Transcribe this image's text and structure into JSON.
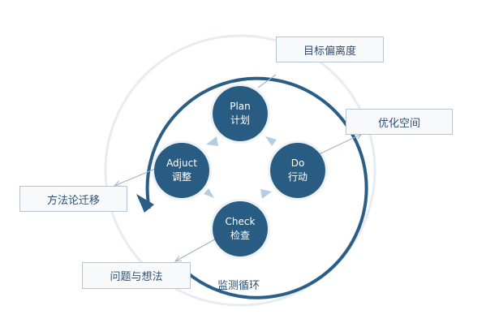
{
  "diagram": {
    "nodes": {
      "plan": {
        "en": "Plan",
        "zh": "计划"
      },
      "do": {
        "en": "Do",
        "zh": "行动"
      },
      "check": {
        "en": "Check",
        "zh": "检查"
      },
      "adjust": {
        "en": "Adjuct",
        "zh": "调整"
      }
    },
    "outputs": {
      "goal_deviation": "目标偏离度",
      "optimization_space": "优化空间",
      "method_transfer": "方法论迁移",
      "problems_thoughts": "问题与想法"
    },
    "loop_label": "监测循环",
    "colors": {
      "node_fill": "#285c83",
      "loop_stroke": "#2a5e86",
      "outer_ring": "#e6ecf2",
      "pointer_line": "#9fb6cc",
      "inner_arrow": "#b5cde3",
      "box_border": "#b7c4d3",
      "text": "#2f4f6f"
    }
  }
}
